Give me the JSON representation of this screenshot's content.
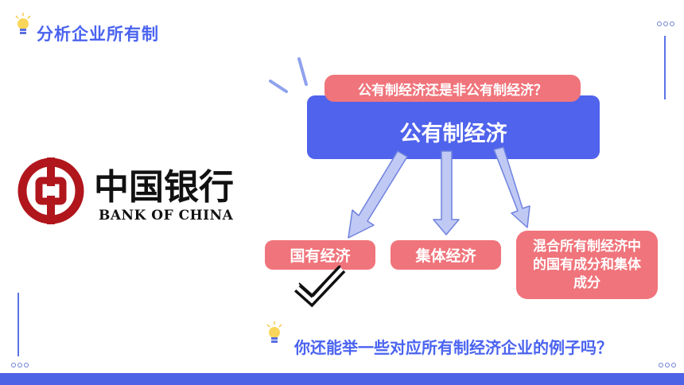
{
  "header": {
    "title": "分析企业所有制"
  },
  "logo": {
    "chinese_name": "中国银行",
    "english_name": "BANK OF CHINA"
  },
  "diagram": {
    "question": "公有制经济还是非公有制经济？",
    "main": "公有制经济",
    "branches": [
      "国有经济",
      "集体经济",
      "混合所有制经济中的国有成分和集体成分"
    ]
  },
  "footer": {
    "question": "你还能举一些对应所有制经济企业的例子吗？"
  },
  "colors": {
    "blue": "#4f63ec",
    "pink": "#f0747b",
    "arrow": "#b8c2f2"
  }
}
